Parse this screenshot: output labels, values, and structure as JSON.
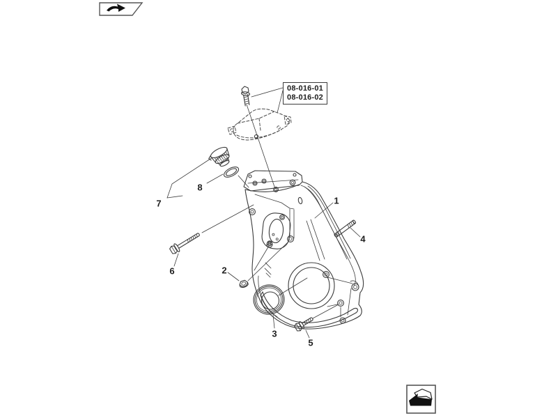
{
  "reference_box": {
    "lines": [
      "08-016-01",
      "08-016-02"
    ]
  },
  "part_labels": [
    "1",
    "2",
    "3",
    "4",
    "5",
    "6",
    "7",
    "8"
  ],
  "icons": {
    "top_left": "page-back-arrow-icon",
    "bottom_right": "page-forward-arrow-icon"
  },
  "colors": {
    "background": "#ffffff",
    "line": "#3b3b3b",
    "text": "#1f1f1f",
    "icon": "#111111"
  }
}
